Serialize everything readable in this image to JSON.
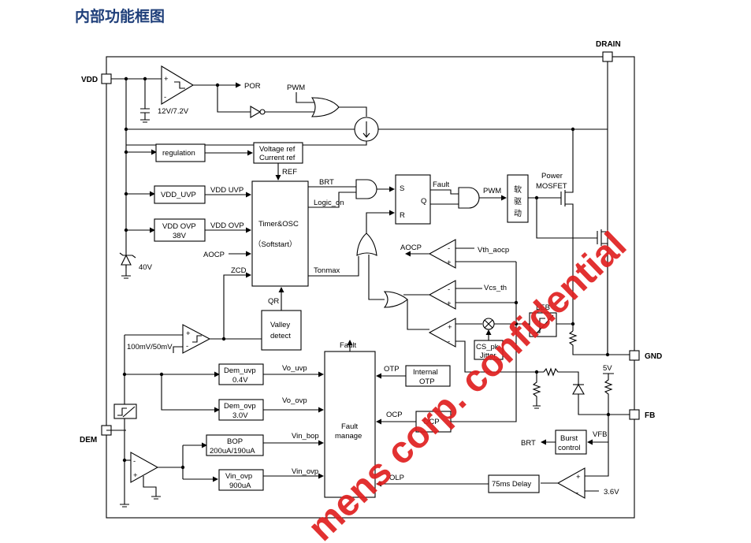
{
  "title": "内部功能框图",
  "watermark": "mens corp. confidential",
  "pins": {
    "vdd": "VDD",
    "drain": "DRAIN",
    "gnd": "GND",
    "fb": "FB",
    "dem": "DEM"
  },
  "blocks": {
    "regulation": "regulation",
    "vref_1": "Voltage ref",
    "vref_2": "Current ref",
    "vdd_uvp": "VDD_UVP",
    "vdd_ovp_1": "VDD OVP",
    "vdd_ovp_2": "38V",
    "timer_1": "Timer&OSC",
    "timer_2": "（Softstart）",
    "valley_1": "Valley",
    "valley_2": "detect",
    "driver_1": "软",
    "driver_2": "驱",
    "driver_3": "动",
    "sr_s": "S",
    "sr_q": "Q",
    "sr_r": "R",
    "dem_uvp_1": "Dem_uvp",
    "dem_uvp_2": "0.4V",
    "dem_ovp_1": "Dem_ovp",
    "dem_ovp_2": "3.0V",
    "bop_1": "BOP",
    "bop_2": "200uA/190uA",
    "vin_ovp_1": "Vin_ovp",
    "vin_ovp_2": "900uA",
    "fault_1": "Fault",
    "fault_2": "manage",
    "iotp_1": "Internal",
    "iotp_2": "OTP",
    "ocp": "OCP",
    "cspk_1": "CS_pk",
    "cspk_2": "Jitter",
    "burst_1": "Burst",
    "burst_2": "control",
    "delay": "75ms Delay"
  },
  "labels": {
    "por": "POR",
    "pwm_in": "PWM",
    "uvlo": "12V/7.2V",
    "zener": "40V",
    "ref": "REF",
    "vdd_uvp_sig": "VDD UVP",
    "vdd_ovp_sig": "VDD OVP",
    "aocp_in": "AOCP",
    "zcd": "ZCD",
    "qr": "QR",
    "brt": "BRT",
    "logic_on": "Logic_on",
    "tonmax": "Tonmax",
    "fault_sr": "Fault",
    "pwm_out": "PWM",
    "power_1": "Power",
    "power_2": "MOSFET",
    "aocp_out": "AOCP",
    "vth_aocp": "Vth_aocp",
    "vcs_th": "Vcs_th",
    "leb": "LEB",
    "dem_th": "100mV/50mV",
    "fault_out": "Fault",
    "otp": "OTP",
    "vo_uvp": "Vo_uvp",
    "vo_ovp": "Vo_ovp",
    "ocp_sig": "OCP",
    "vin_bop": "Vin_bop",
    "vin_ovp_sig": "Vin_ovp",
    "olp": "OLP",
    "v5": "5V",
    "vfb": "VFB",
    "brt_out": "BRT",
    "v36": "3.6V",
    "plus": "+",
    "minus": "-"
  }
}
